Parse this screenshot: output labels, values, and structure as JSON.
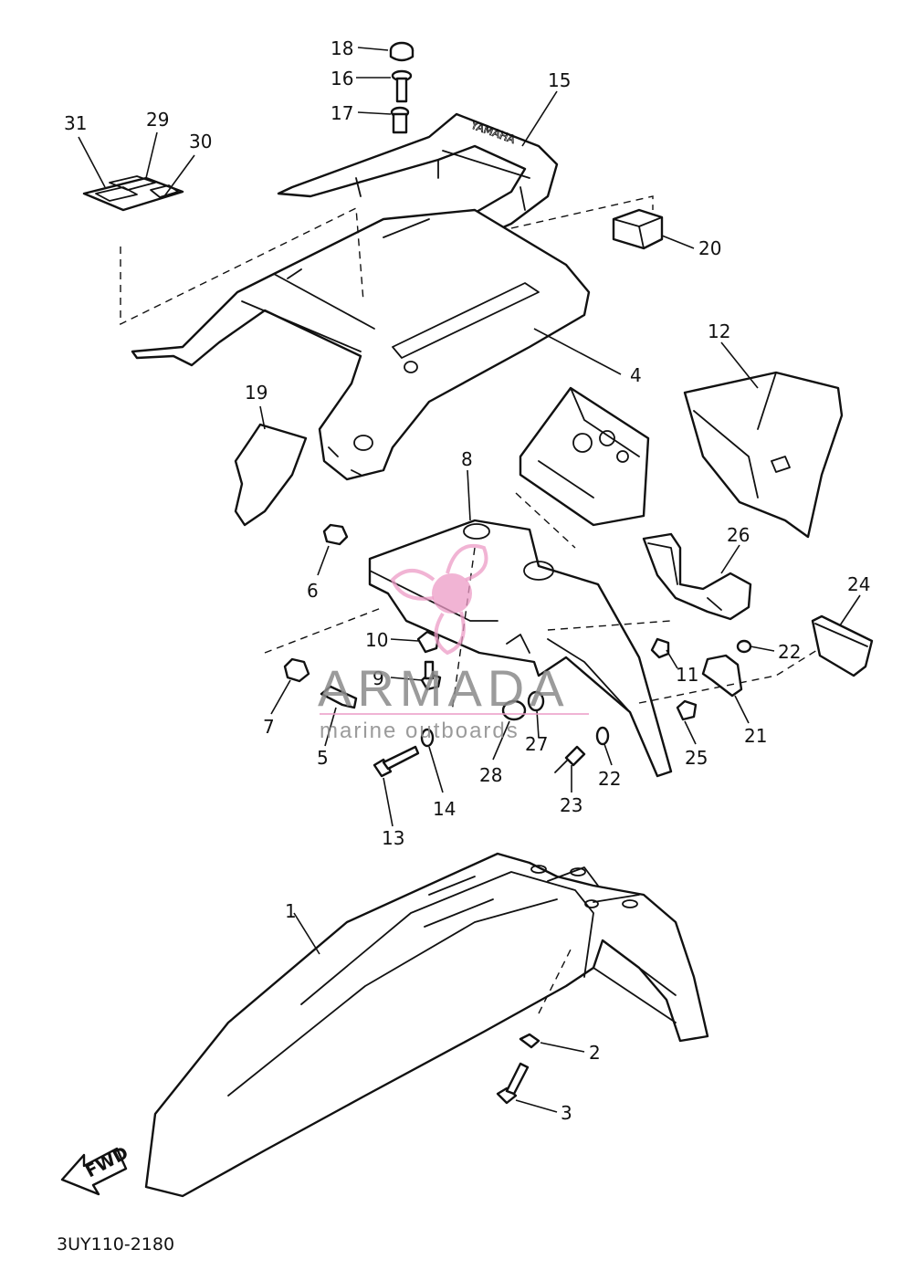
{
  "diagram_code": "3UY110-2180",
  "fwd_label": "FWD",
  "watermark": {
    "brand": "ARMADA",
    "tagline": "marine outboards",
    "color": "#ec9bc6"
  },
  "callouts": {
    "c1": "1",
    "c2": "2",
    "c3": "3",
    "c4": "4",
    "c5": "5",
    "c6": "6",
    "c7": "7",
    "c8": "8",
    "c9": "9",
    "c10": "10",
    "c11": "11",
    "c12": "12",
    "c13": "13",
    "c14": "14",
    "c15": "15",
    "c16": "16",
    "c17": "17",
    "c18": "18",
    "c19": "19",
    "c20": "20",
    "c21": "21",
    "c22a": "22",
    "c22b": "22",
    "c23": "23",
    "c24": "24",
    "c25": "25",
    "c26": "26",
    "c27": "27",
    "c28": "28",
    "c29": "29",
    "c30": "30",
    "c31": "31"
  }
}
